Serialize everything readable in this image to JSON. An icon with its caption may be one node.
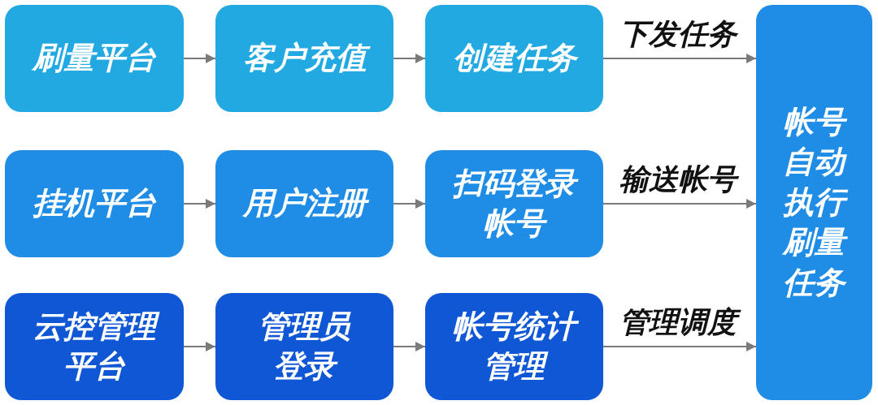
{
  "diagram": {
    "nodes": [
      {
        "text": [
          "刷量平台"
        ]
      },
      {
        "text": [
          "客户充值"
        ]
      },
      {
        "text": [
          "创建任务"
        ]
      },
      {
        "text": [
          "挂机平台"
        ]
      },
      {
        "text": [
          "用户注册"
        ]
      },
      {
        "text": [
          "扫码登录帐号"
        ]
      },
      {
        "text": [
          "云控管理平台"
        ]
      },
      {
        "text": [
          "管理员登录"
        ]
      },
      {
        "text": [
          "帐号统计管理"
        ]
      },
      {
        "text": [
          "帐号自动执行刷量任务"
        ]
      }
    ],
    "edges": [
      {
        "from": 0,
        "to": 1,
        "arrow": "to"
      },
      {
        "from": 1,
        "to": 2,
        "arrow": "to"
      },
      {
        "from": 2,
        "to": 9,
        "arrow": "to",
        "label": "下发任务"
      },
      {
        "from": 3,
        "to": 4,
        "arrow": "to"
      },
      {
        "from": 4,
        "to": 5,
        "arrow": "to"
      },
      {
        "from": 5,
        "to": 9,
        "arrow": "to",
        "label": "输送帐号"
      },
      {
        "from": 6,
        "to": 7,
        "arrow": "to"
      },
      {
        "from": 7,
        "to": 8,
        "arrow": "to"
      },
      {
        "from": 8,
        "to": 9,
        "arrow": "to",
        "label": "管理调度"
      }
    ]
  }
}
